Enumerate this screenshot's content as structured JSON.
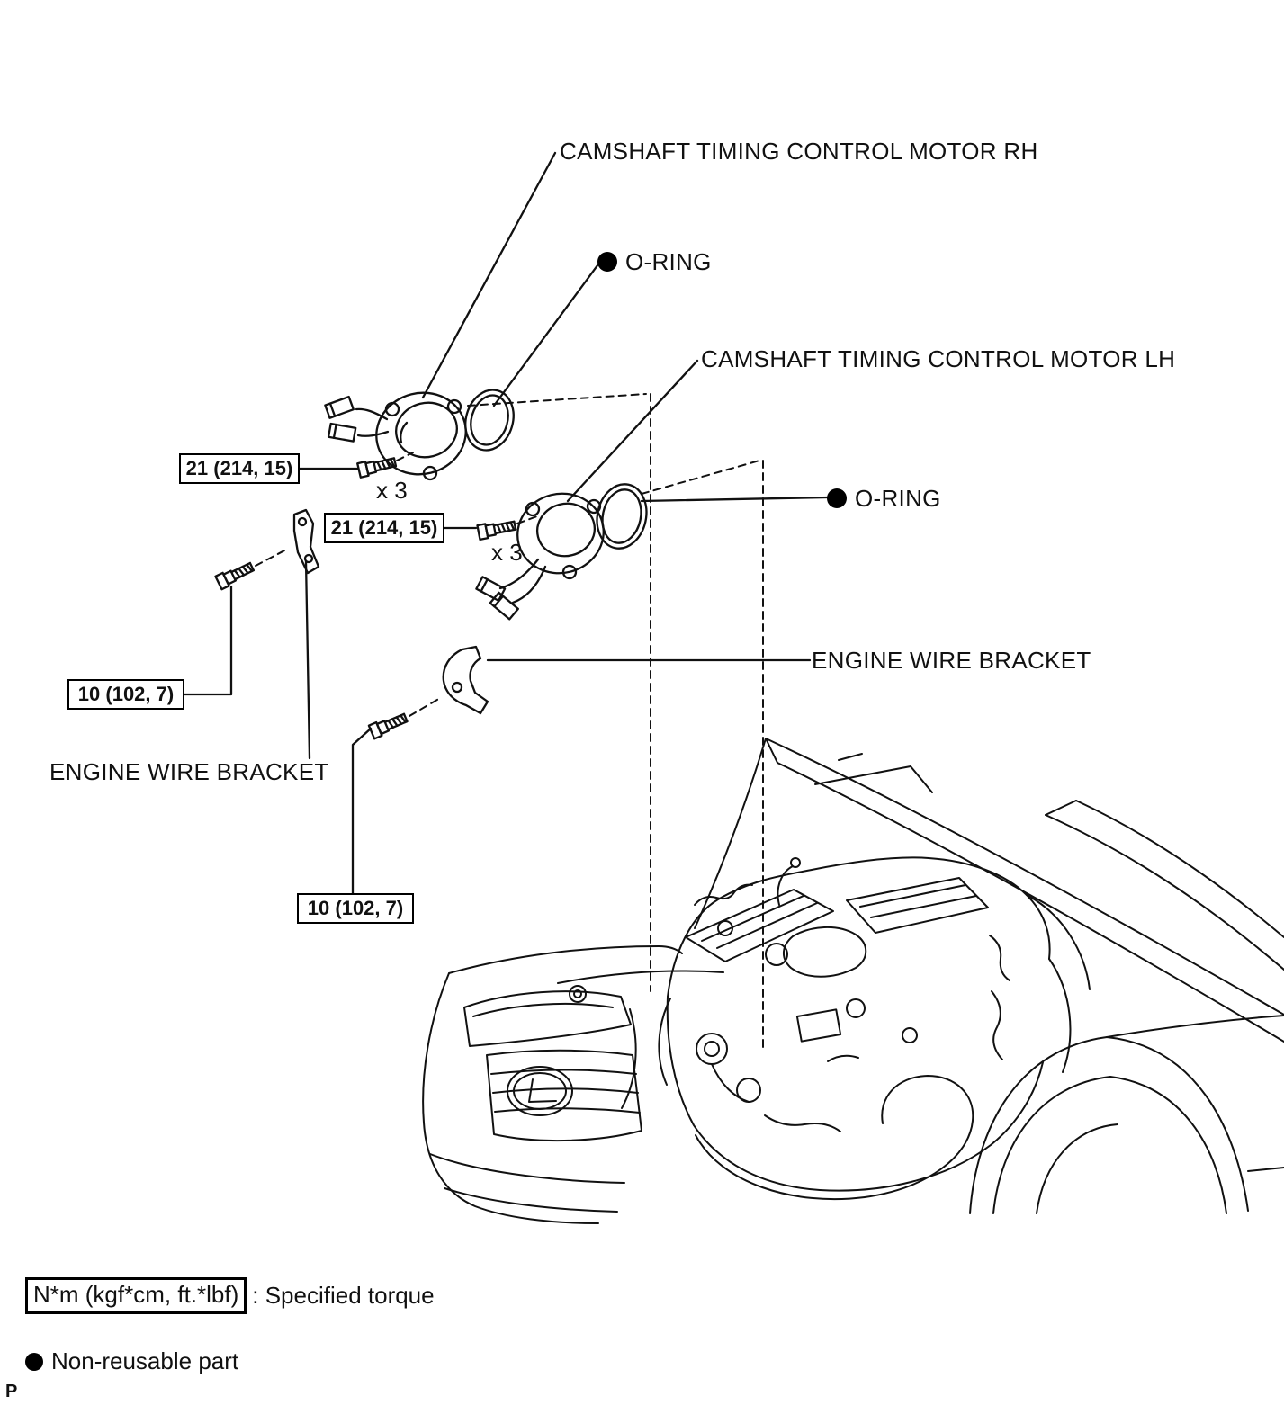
{
  "diagram": {
    "title_parts": {
      "motor_rh": "CAMSHAFT TIMING CONTROL MOTOR RH",
      "oring_rh": "O-RING",
      "motor_lh": "CAMSHAFT TIMING CONTROL MOTOR LH",
      "oring_lh": "O-RING",
      "bracket_right": "ENGINE WIRE BRACKET",
      "bracket_left": "ENGINE WIRE BRACKET"
    },
    "torques": {
      "motor_rh": "21 (214, 15)",
      "motor_lh": "21 (214, 15)",
      "bracket_left": "10 (102, 7)",
      "bracket_lower": "10 (102, 7)"
    },
    "quantities": {
      "motor_rh_bolts": "x 3",
      "motor_lh_bolts": "x 3"
    }
  },
  "legend": {
    "torque_box": "N*m (kgf*cm, ft.*lbf)",
    "torque_text": ": Specified torque",
    "non_reusable_text": "Non-reusable part"
  },
  "footer": {
    "page_marker": "P"
  },
  "colors": {
    "line": "#111111",
    "background": "#ffffff"
  }
}
